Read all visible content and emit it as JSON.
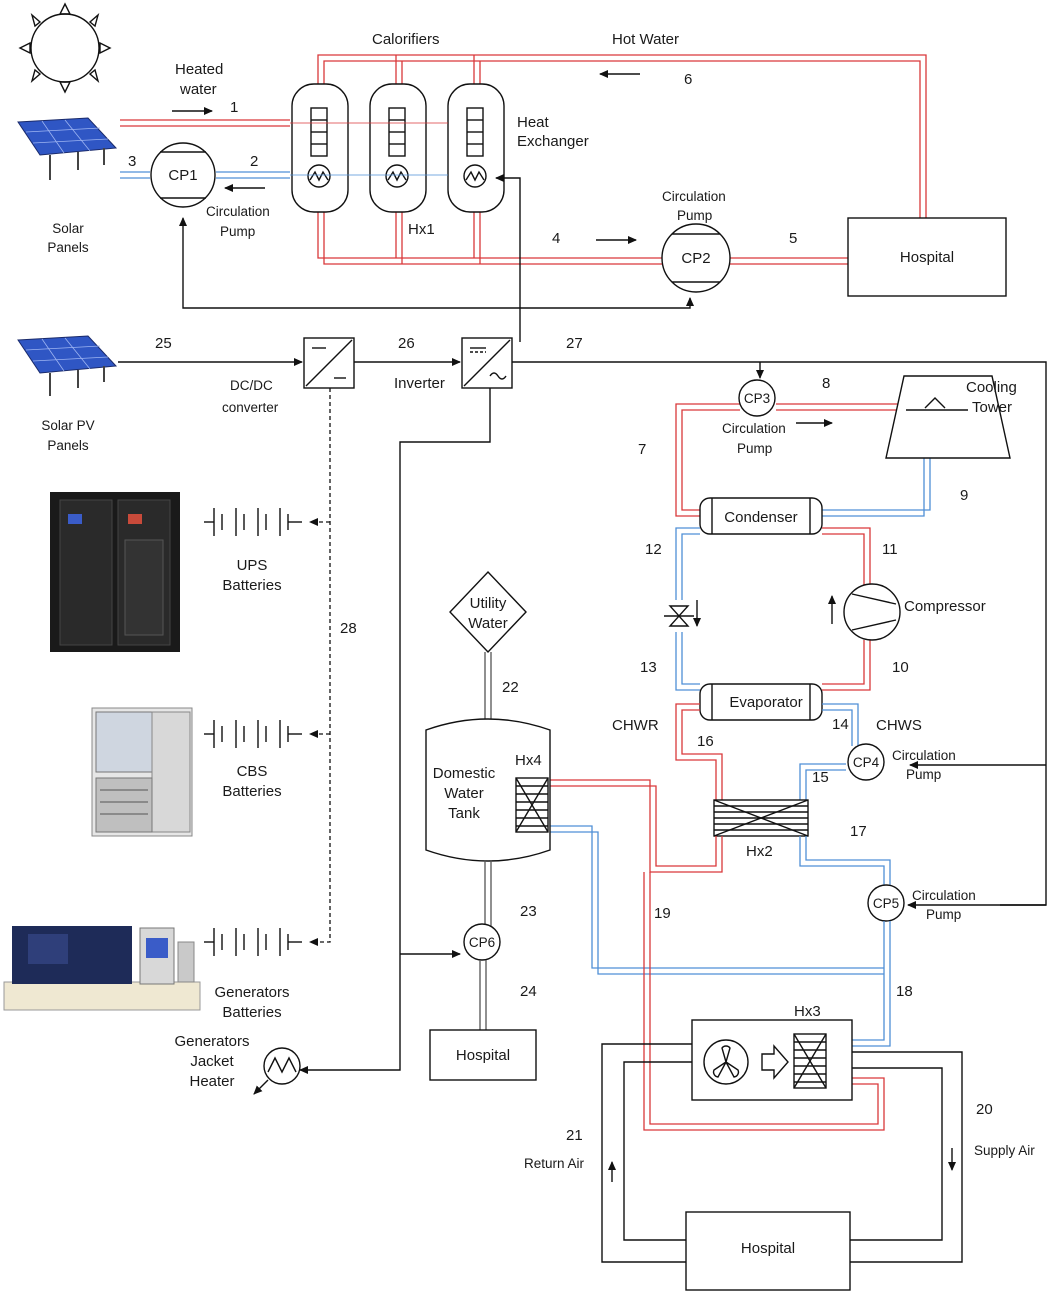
{
  "labels": {
    "calorifiers": "Calorifiers",
    "hot_water": "Hot Water",
    "heated_water_1": "Heated",
    "heated_water_2": "water",
    "heat_exchanger_1": "Heat",
    "heat_exchanger_2": "Exchanger",
    "hx1": "Hx1",
    "circ_pump_1a": "Circulation",
    "circ_pump_1b": "Pump",
    "circ_pump_2a": "Circulation",
    "circ_pump_2b": "Pump",
    "solar_panels_1": "Solar",
    "solar_panels_2": "Panels",
    "hospital_top": "Hospital",
    "solar_pv_1": "Solar PV",
    "solar_pv_2": "Panels",
    "dcdc_1": "DC/DC",
    "dcdc_2": "converter",
    "inverter": "Inverter",
    "cooling_tower_1": "Cooling",
    "cooling_tower_2": "Tower",
    "circ_pump_3a": "Circulation",
    "circ_pump_3b": "Pump",
    "condenser": "Condenser",
    "compressor": "Compressor",
    "evaporator": "Evaporator",
    "chwr": "CHWR",
    "chws": "CHWS",
    "circ_pump_4a": "Circulation",
    "circ_pump_4b": "Pump",
    "hx2": "Hx2",
    "circ_pump_5a": "Circulation",
    "circ_pump_5b": "Pump",
    "ups_1": "UPS",
    "ups_2": "Batteries",
    "cbs_1": "CBS",
    "cbs_2": "Batteries",
    "gen_bat_1": "Generators",
    "gen_bat_2": "Batteries",
    "gen_jacket_1": "Generators",
    "gen_jacket_2": "Jacket",
    "gen_jacket_3": "Heater",
    "utility_1": "Utility",
    "utility_2": "Water",
    "dwt_1": "Domestic",
    "dwt_2": "Water",
    "dwt_3": "Tank",
    "hx4": "Hx4",
    "hospital_mid": "Hospital",
    "hx3": "Hx3",
    "return_air": "Return Air",
    "supply_air": "Supply Air",
    "hospital_bottom": "Hospital"
  },
  "pumps": {
    "cp1": "CP1",
    "cp2": "CP2",
    "cp3": "CP3",
    "cp4": "CP4",
    "cp5": "CP5",
    "cp6": "CP6"
  },
  "streams": {
    "s1": "1",
    "s2": "2",
    "s3": "3",
    "s4": "4",
    "s5": "5",
    "s6": "6",
    "s7": "7",
    "s8": "8",
    "s9": "9",
    "s10": "10",
    "s11": "11",
    "s12": "12",
    "s13": "13",
    "s14": "14",
    "s15": "15",
    "s16": "16",
    "s17": "17",
    "s18": "18",
    "s19": "19",
    "s20": "20",
    "s21": "21",
    "s22": "22",
    "s23": "23",
    "s24": "24",
    "s25": "25",
    "s26": "26",
    "s27": "27",
    "s28": "28"
  },
  "colors": {
    "hot_line": "#d9383a",
    "cold_line": "#4f8fd6",
    "signal_line": "#111111"
  }
}
